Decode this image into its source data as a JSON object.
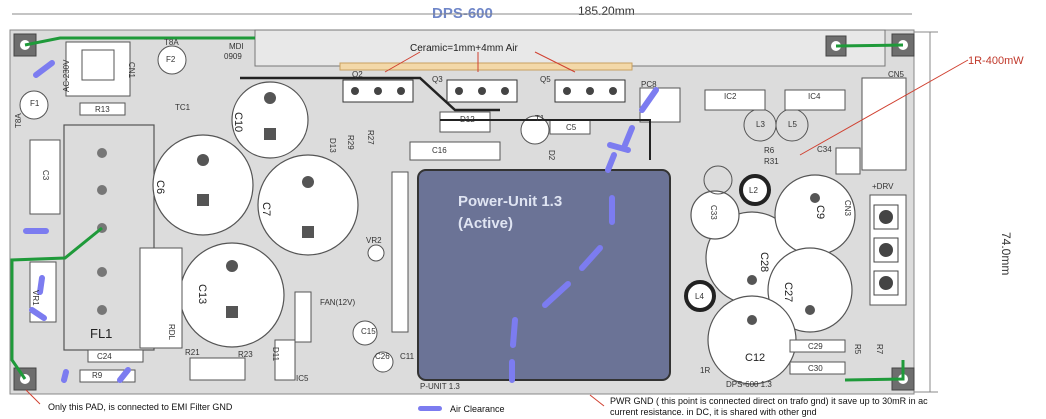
{
  "header": {
    "title": "DPS-600",
    "width_dimension": "185.20mm",
    "height_dimension": "74.0mm"
  },
  "annotations": {
    "ceramic": "Ceramic=1mm+4mm Air",
    "resistor_callout": "1R-400mW",
    "power_unit_line1": "Power-Unit 1.3",
    "power_unit_line2": "(Active)"
  },
  "footer": {
    "pad_note": "Only this PAD, is connected to EMI Filter GND",
    "legend_label": "Air Clearance",
    "pwr_gnd_note": "PWR GND ( this point is connected direct on trafo gnd) it save up to 30mR in ac current resistance. in DC, it is shared with other gnd"
  },
  "silkscreen": {
    "ac_input": "AC-230V",
    "t8a_top": "T8A",
    "t8a_left": "T8A",
    "cn1": "CN1",
    "f1": "F1",
    "f2": "F2",
    "r13": "R13",
    "tc1": "TC1",
    "mdi": "MDI",
    "mdi_code": "0909",
    "q2": "Q2",
    "q3": "Q3",
    "q5": "Q5",
    "d12": "D12",
    "c16": "C16",
    "c5": "C5",
    "t1": "T1",
    "c6": "C6",
    "c7": "C7",
    "c10": "C10",
    "c13": "C13",
    "c3": "C3",
    "fl1": "FL1",
    "c24": "C24",
    "r9": "R9",
    "r21": "R21",
    "r23": "R23",
    "rdl": "RDL",
    "vr1": "VR1",
    "vr2": "VR2",
    "fan": "FAN(12V)",
    "d11": "D11",
    "ic5": "IC5",
    "c15": "C15",
    "c26": "C26",
    "c11": "C11",
    "d13": "D13",
    "r29": "R29",
    "r27": "R27",
    "d2": "D2",
    "ic2": "IC2",
    "ic4": "IC4",
    "cn5": "CN5",
    "l2": "L2",
    "l3": "L3",
    "l5": "L5",
    "l4": "L4",
    "c33": "C33",
    "c9": "C9",
    "c28": "C28",
    "c27": "C27",
    "c12": "C12",
    "c29": "C29",
    "c30": "C30",
    "r5": "R5",
    "r7": "R7",
    "r6": "R6",
    "r31": "R31",
    "c34": "C34",
    "cn3": "CN3",
    "drv": "+DRV",
    "p_unit": "P-UNIT 1.3",
    "dps_small": "DPS-600 1.3",
    "pcs": "PC8",
    "one_r": "1R"
  },
  "colors": {
    "board": "#dcdcdc",
    "module": "#6b7396",
    "clearance": "#7c7cf0",
    "green_trace": "#1f9a3a",
    "callout": "#d04030",
    "heatsink": "#e8e8e8",
    "ceramic": "#f3d8a8"
  }
}
